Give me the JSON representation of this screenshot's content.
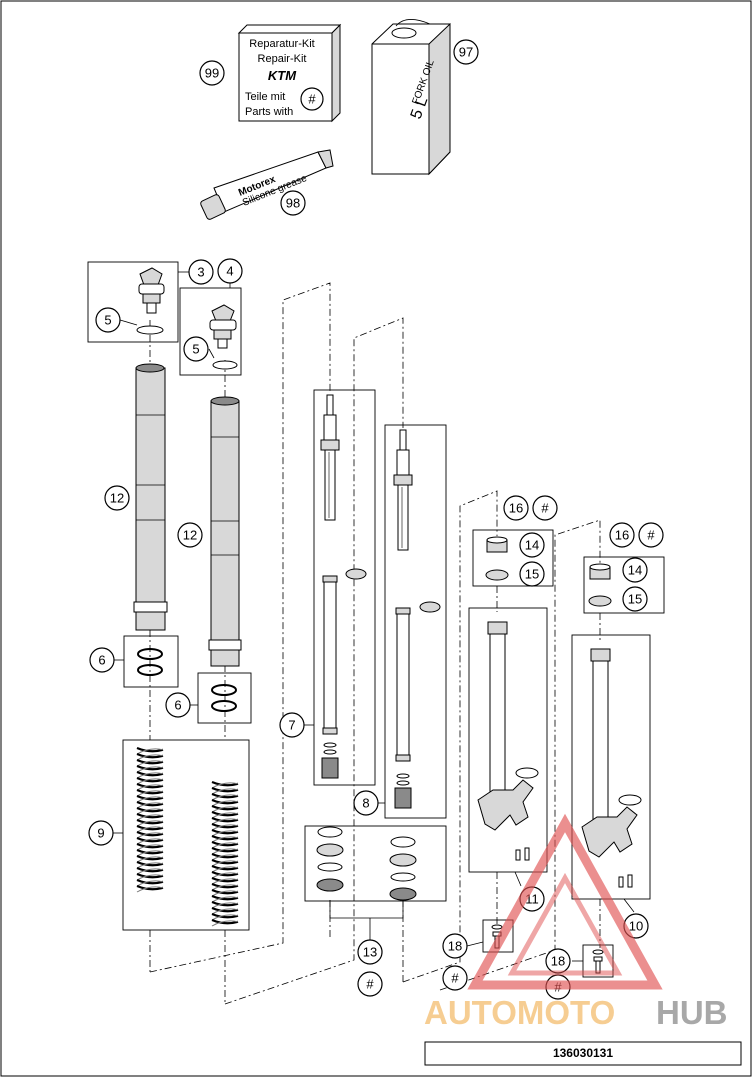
{
  "repair_kit": {
    "line1": "Reparatur-Kit",
    "line2": "Repair-Kit",
    "brand": "KTM",
    "line3": "Teile mit",
    "line4": "Parts with",
    "symbol": "#"
  },
  "fork_oil": {
    "text": "FORK OIL",
    "volume": "5 L"
  },
  "grease": {
    "brand": "Motorex",
    "text": "Silicone grease"
  },
  "callouts": {
    "c97": "97",
    "c98": "98",
    "c99": "99",
    "c3": "3",
    "c4": "4",
    "c5a": "5",
    "c5b": "5",
    "c12a": "12",
    "c12b": "12",
    "c6a": "6",
    "c6b": "6",
    "c9": "9",
    "c7": "7",
    "c8": "8",
    "c13": "13",
    "c16a": "16",
    "c16b": "16",
    "c14a": "14",
    "c14b": "14",
    "c15a": "15",
    "c15b": "15",
    "c11": "11",
    "c10": "10",
    "c18a": "18",
    "c18b": "18",
    "hash1": "#",
    "hash2": "#",
    "hash3": "#",
    "hash4": "#",
    "hash5": "#",
    "hash6": "#"
  },
  "drawing_number": "136030131",
  "watermark": {
    "part1": "AUTOMOTO",
    "part2": "HUB"
  }
}
